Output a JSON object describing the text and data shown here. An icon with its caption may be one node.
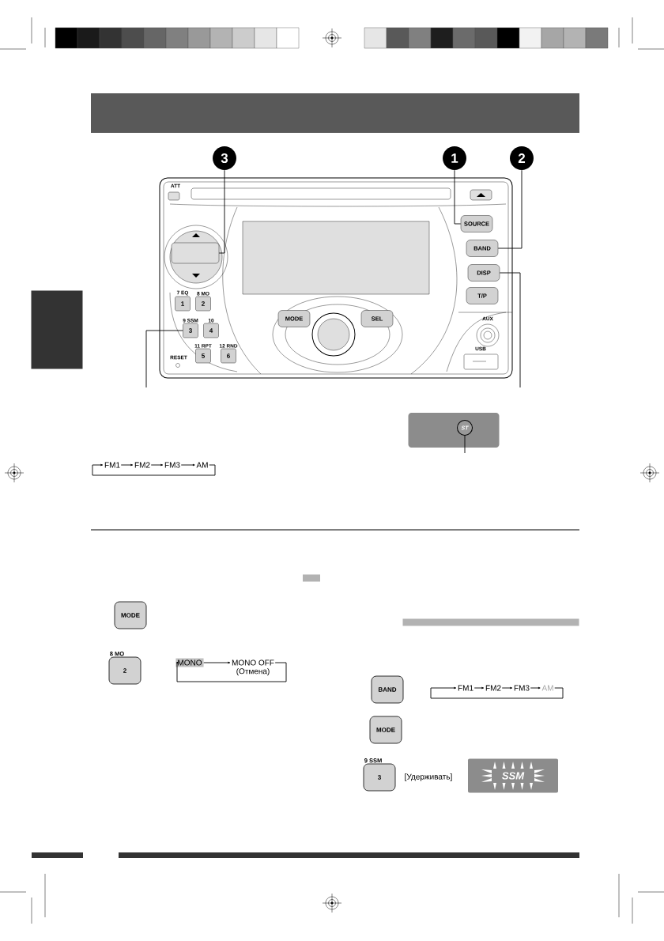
{
  "diagram": {
    "nodes": [
      {
        "text": [
          "3"
        ]
      },
      {
        "text": [
          "1"
        ]
      },
      {
        "text": [
          "2"
        ]
      },
      {
        "text": [],
        "shape": "box"
      },
      {
        "text": [
          "SOURCE"
        ]
      },
      {
        "text": [
          "BAND"
        ]
      },
      {
        "text": [
          "DISP"
        ]
      },
      {
        "text": [
          "T/P"
        ]
      },
      {
        "text": [
          "MODE"
        ]
      },
      {
        "text": [
          "SEL"
        ]
      },
      {
        "text": [
          "1"
        ],
        "beside": [
          "7 EQ"
        ]
      },
      {
        "text": [
          "2"
        ],
        "beside": [
          "8 MO"
        ]
      },
      {
        "text": [
          "3"
        ],
        "beside": [
          "9 SSM"
        ]
      },
      {
        "text": [
          "4"
        ],
        "beside": [
          "10"
        ]
      },
      {
        "text": [
          "5"
        ],
        "beside": [
          "11 RPT"
        ]
      },
      {
        "text": [
          "6"
        ],
        "beside": [
          "12 RND"
        ]
      },
      {
        "text": [
          "FM1"
        ]
      },
      {
        "text": [
          "FM2"
        ]
      },
      {
        "text": [
          "FM3"
        ]
      },
      {
        "text": [
          "AM"
        ]
      },
      {
        "text": [],
        "shape": "box"
      },
      {
        "text": [
          "ST"
        ],
        "in": 20
      },
      {
        "text": [
          "MODE"
        ]
      },
      {
        "text": [
          "2"
        ],
        "beside": [
          "8 MO"
        ]
      },
      {
        "text": [
          "MONO"
        ]
      },
      {
        "text": [
          "MONO OFF"
        ],
        "beside": [
          "(Отмена)"
        ]
      },
      {
        "text": [
          "BAND"
        ]
      },
      {
        "text": [
          "FM1"
        ]
      },
      {
        "text": [
          "FM2"
        ]
      },
      {
        "text": [
          "FM3"
        ]
      },
      {
        "text": [
          "AM"
        ]
      },
      {
        "text": [
          "MODE"
        ]
      },
      {
        "text": [
          "3"
        ],
        "beside": [
          "9 SSM",
          "[Удерживать]"
        ]
      },
      {
        "text": [
          "SSM"
        ]
      },
      {
        "text": [],
        "shape": "bar"
      },
      {
        "text": [],
        "shape": "bar"
      },
      {
        "text": [],
        "shape": "bar"
      },
      {
        "text": [],
        "shape": "bar"
      }
    ],
    "edges": [
      {
        "from": 0,
        "to": 3,
        "arrow": "none"
      },
      {
        "from": 1,
        "to": 4,
        "arrow": "none"
      },
      {
        "from": 2,
        "to": 5,
        "arrow": "none"
      },
      {
        "from": 6,
        "to": null,
        "arrow": "none"
      },
      {
        "from": 12,
        "to": null,
        "arrow": "none"
      },
      {
        "from": 16,
        "to": 17,
        "arrow": "to"
      },
      {
        "from": 17,
        "to": 18,
        "arrow": "to"
      },
      {
        "from": 18,
        "to": 19,
        "arrow": "to"
      },
      {
        "from": 19,
        "to": 16,
        "arrow": "to"
      },
      {
        "from": 21,
        "to": null,
        "arrow": "none"
      },
      {
        "from": 24,
        "to": 25,
        "arrow": "to"
      },
      {
        "from": 25,
        "to": 24,
        "arrow": "to"
      },
      {
        "from": 27,
        "to": 28,
        "arrow": "to"
      },
      {
        "from": 28,
        "to": 29,
        "arrow": "to"
      },
      {
        "from": 29,
        "to": 30,
        "arrow": "to"
      },
      {
        "from": 30,
        "to": 27,
        "arrow": "to"
      }
    ],
    "labels": [
      "ATT",
      "AUX",
      "USB",
      "RESET"
    ]
  }
}
